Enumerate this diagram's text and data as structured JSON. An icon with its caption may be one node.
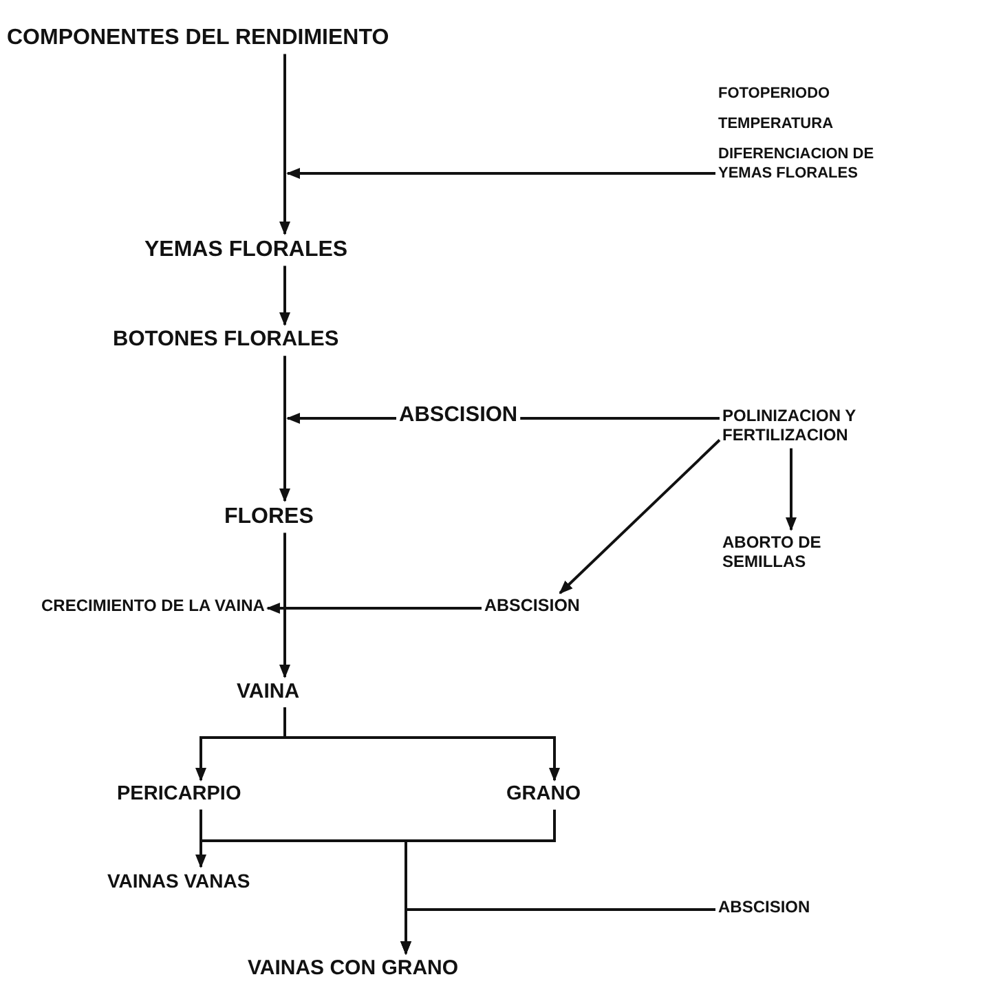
{
  "diagram": {
    "nodes": [
      {
        "text": [
          "COMPONENTES DEL RENDIMIENTO"
        ]
      },
      {
        "text": [
          "FOTOPERIODO",
          "TEMPERATURA",
          "DIFERENCIACION DE YEMAS FLORALES"
        ]
      },
      {
        "text": [
          "YEMAS FLORALES"
        ]
      },
      {
        "text": [
          "BOTONES FLORALES"
        ]
      },
      {
        "text": [
          "ABSCISION"
        ]
      },
      {
        "text": [
          "POLINIZACION Y FERTILIZACION"
        ]
      },
      {
        "text": [
          "FLORES"
        ]
      },
      {
        "text": [
          "ABORTO DE SEMILLAS"
        ]
      },
      {
        "text": [
          "CRECIMIENTO DE LA VAINA"
        ]
      },
      {
        "text": [
          "ABSCISION"
        ]
      },
      {
        "text": [
          "VAINA"
        ]
      },
      {
        "text": [
          "PERICARPIO"
        ]
      },
      {
        "text": [
          "GRANO"
        ]
      },
      {
        "text": [
          "VAINAS VANAS"
        ]
      },
      {
        "text": [
          "ABSCISION"
        ]
      },
      {
        "text": [
          "VAINAS CON GRANO"
        ]
      }
    ],
    "edges": [
      {
        "from": 0,
        "to": 2,
        "arrow": "to"
      },
      {
        "from": 1,
        "to": null,
        "arrow": "to"
      },
      {
        "from": 2,
        "to": 3,
        "arrow": "to"
      },
      {
        "from": 3,
        "to": 6,
        "arrow": "to"
      },
      {
        "from": 5,
        "to": 4,
        "arrow": "none"
      },
      {
        "from": 4,
        "to": null,
        "arrow": "to"
      },
      {
        "from": 5,
        "to": 9,
        "arrow": "to"
      },
      {
        "from": 5,
        "to": 7,
        "arrow": "to"
      },
      {
        "from": 9,
        "to": 8,
        "arrow": "to"
      },
      {
        "from": 6,
        "to": 10,
        "arrow": "to"
      },
      {
        "from": 10,
        "to": 11,
        "arrow": "to"
      },
      {
        "from": 10,
        "to": 12,
        "arrow": "to"
      },
      {
        "from": 11,
        "to": 13,
        "arrow": "to"
      },
      {
        "from": 11,
        "to": 15,
        "arrow": "to"
      },
      {
        "from": 12,
        "to": 15,
        "arrow": "to"
      },
      {
        "from": 14,
        "to": 15,
        "arrow": "to"
      }
    ]
  }
}
